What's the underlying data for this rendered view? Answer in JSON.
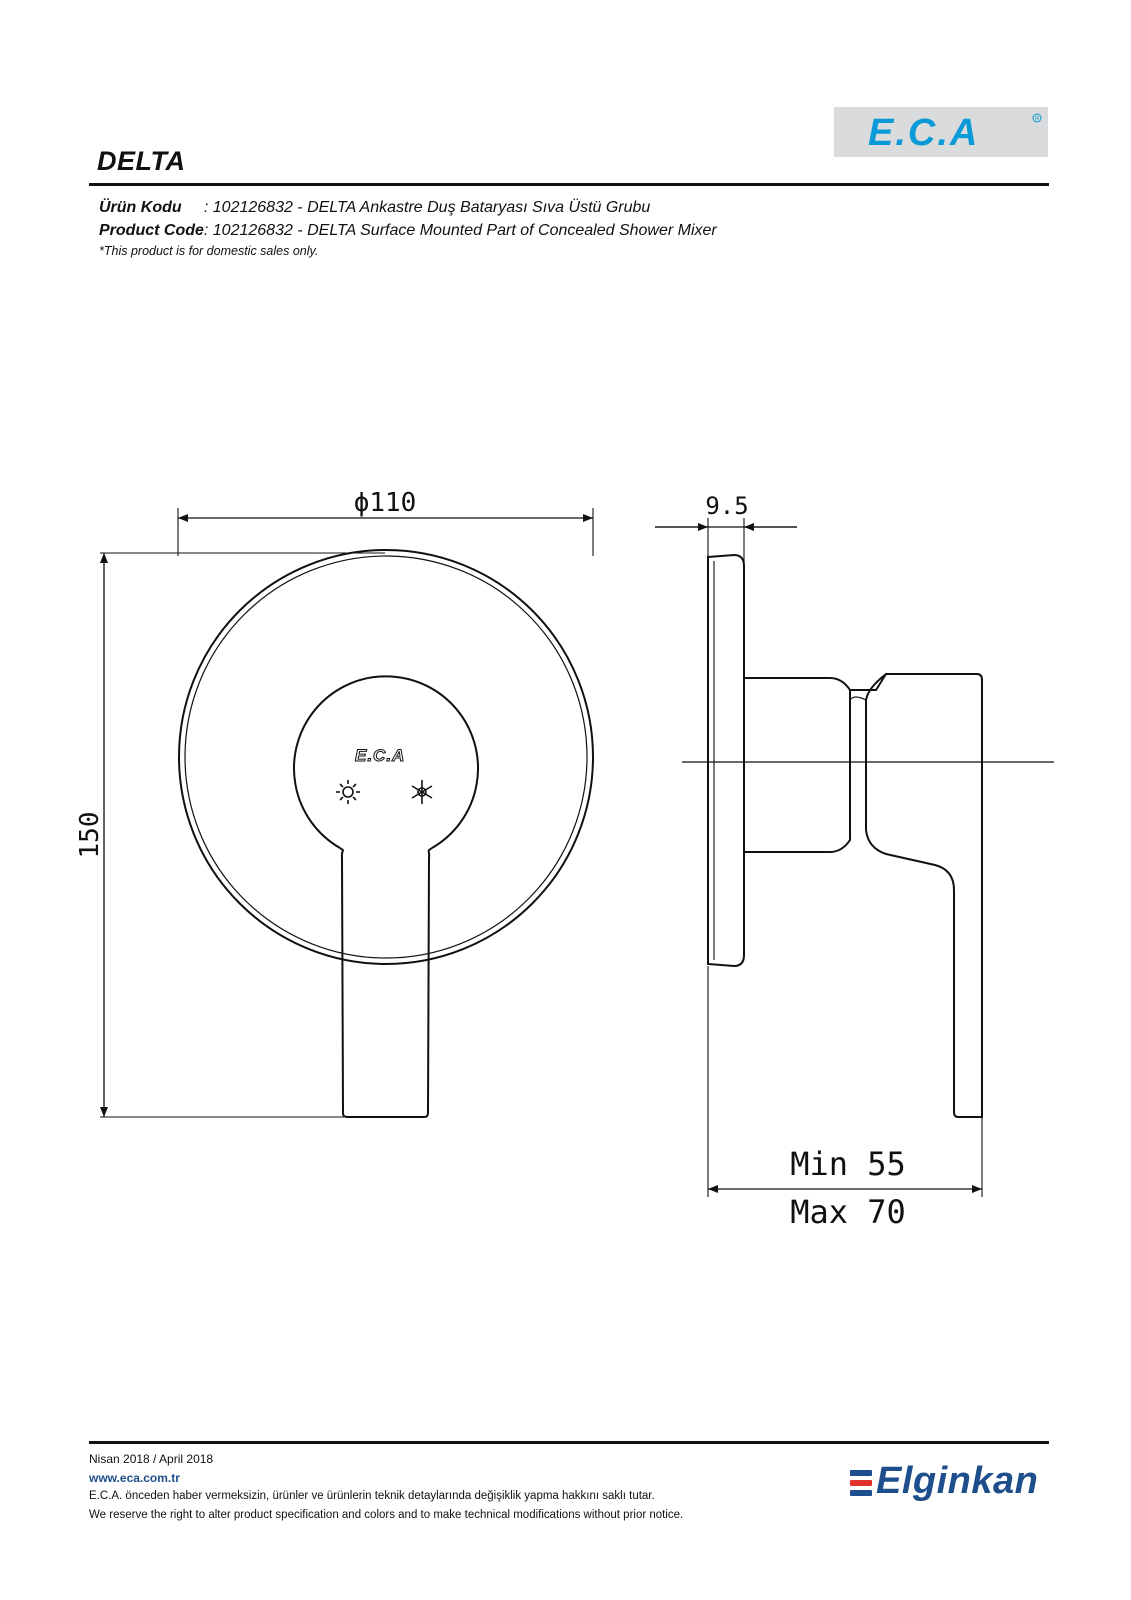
{
  "header": {
    "brand_logo_text": "E.C.A",
    "title": "DELTA"
  },
  "product": {
    "tr_label": "Ürün Kodu",
    "tr_value": "     : 102126832 - DELTA Ankastre Duş Bataryası Sıva Üstü Grubu",
    "en_label": "Product Code",
    "en_value": ": 102126832 - DELTA Surface Mounted Part of Concealed Shower Mixer",
    "note": "*This product is for domestic sales only."
  },
  "drawing": {
    "diameter_label": "ϕ110",
    "height_label": "150",
    "depth_label": "9.5",
    "min_label": "Min 55",
    "max_label": "Max 70",
    "mixer_logo_text": "E.C.A"
  },
  "footer": {
    "date": "Nisan 2018 / April 2018",
    "website": "www.eca.com.tr",
    "disclaimer_tr": "E.C.A. önceden haber vermeksizin, ürünler ve ürünlerin teknik detaylarında değişiklik yapma hakkını saklı tutar.",
    "disclaimer_en": "We reserve the right to alter product specification and colors and to make technical modifications without prior notice.",
    "partner_logo_text": "Elginkan"
  },
  "colors": {
    "eca_blue": "#0a9ad8",
    "elginkan_blue": "#1f4e8c",
    "elginkan_red": "#e0312a"
  }
}
